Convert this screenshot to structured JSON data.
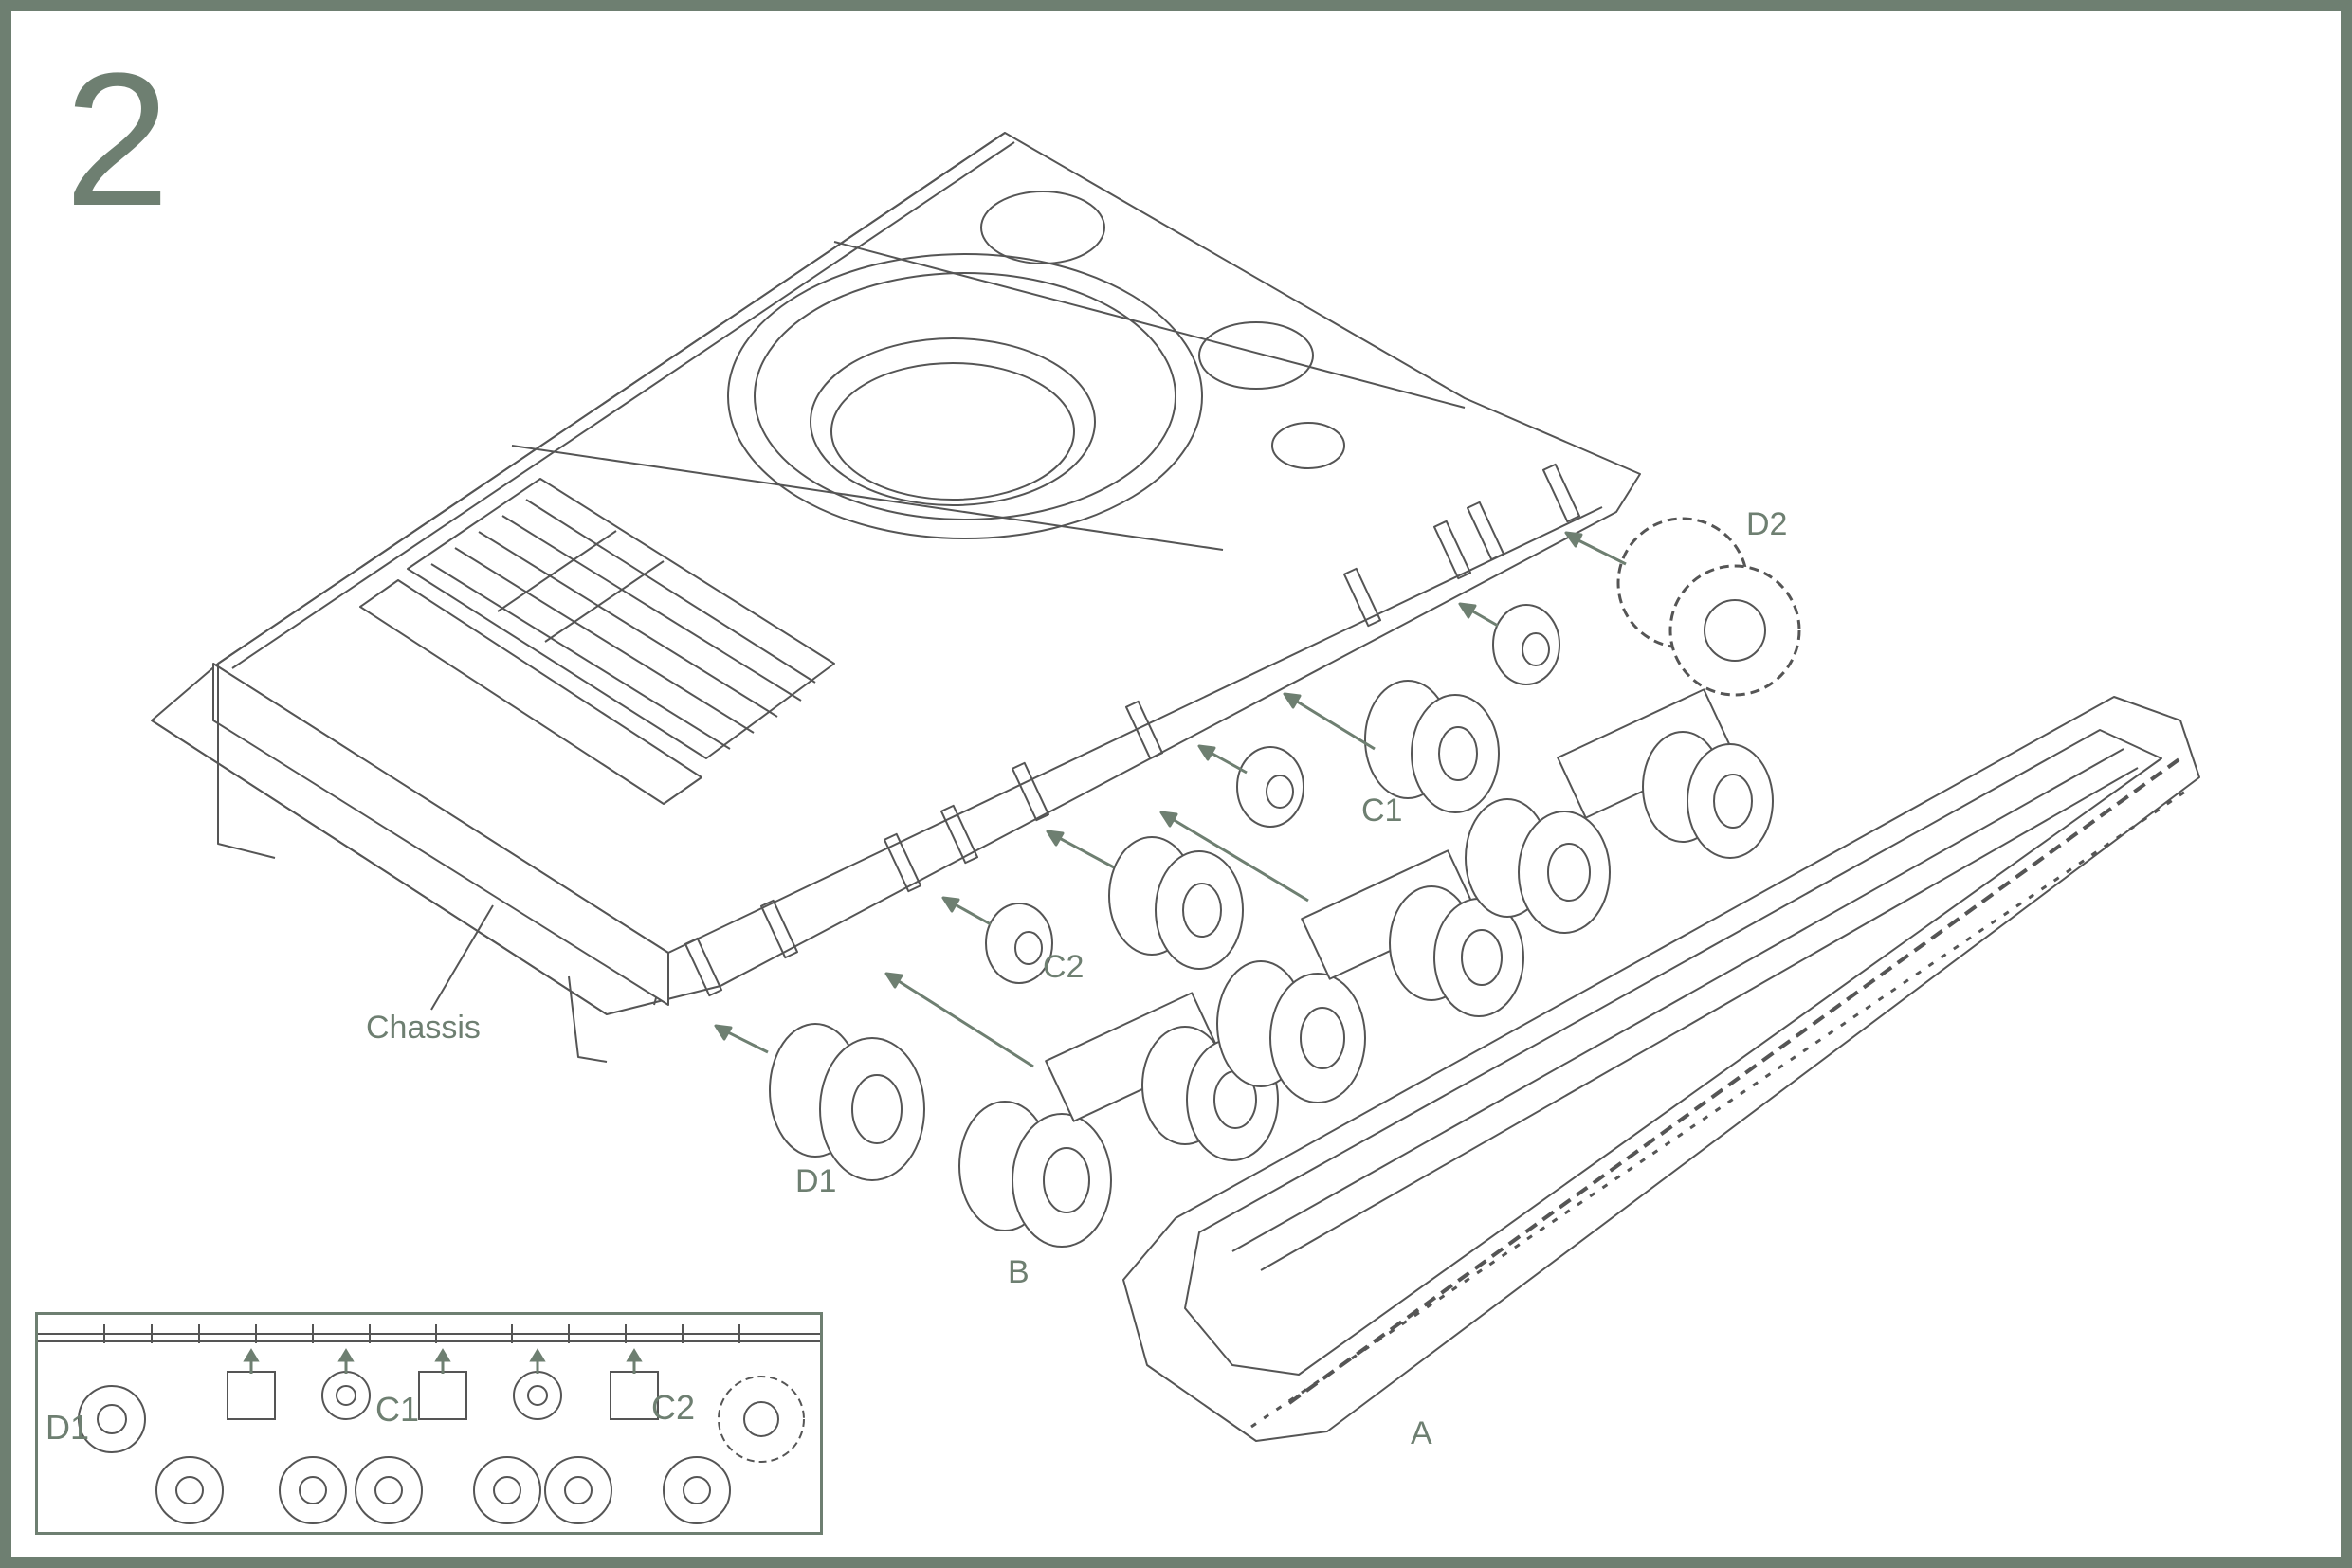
{
  "step_number": "2",
  "labels": {
    "chassis": "Chassis",
    "d2": "D2",
    "c1": "C1",
    "c2": "C2",
    "d1": "D1",
    "b": "B",
    "a": "A"
  },
  "inset": {
    "d1": "D1",
    "c1": "C1",
    "c2": "C2"
  },
  "colors": {
    "accent": "#6e7f71",
    "line": "#555555",
    "background": "#ffffff"
  }
}
